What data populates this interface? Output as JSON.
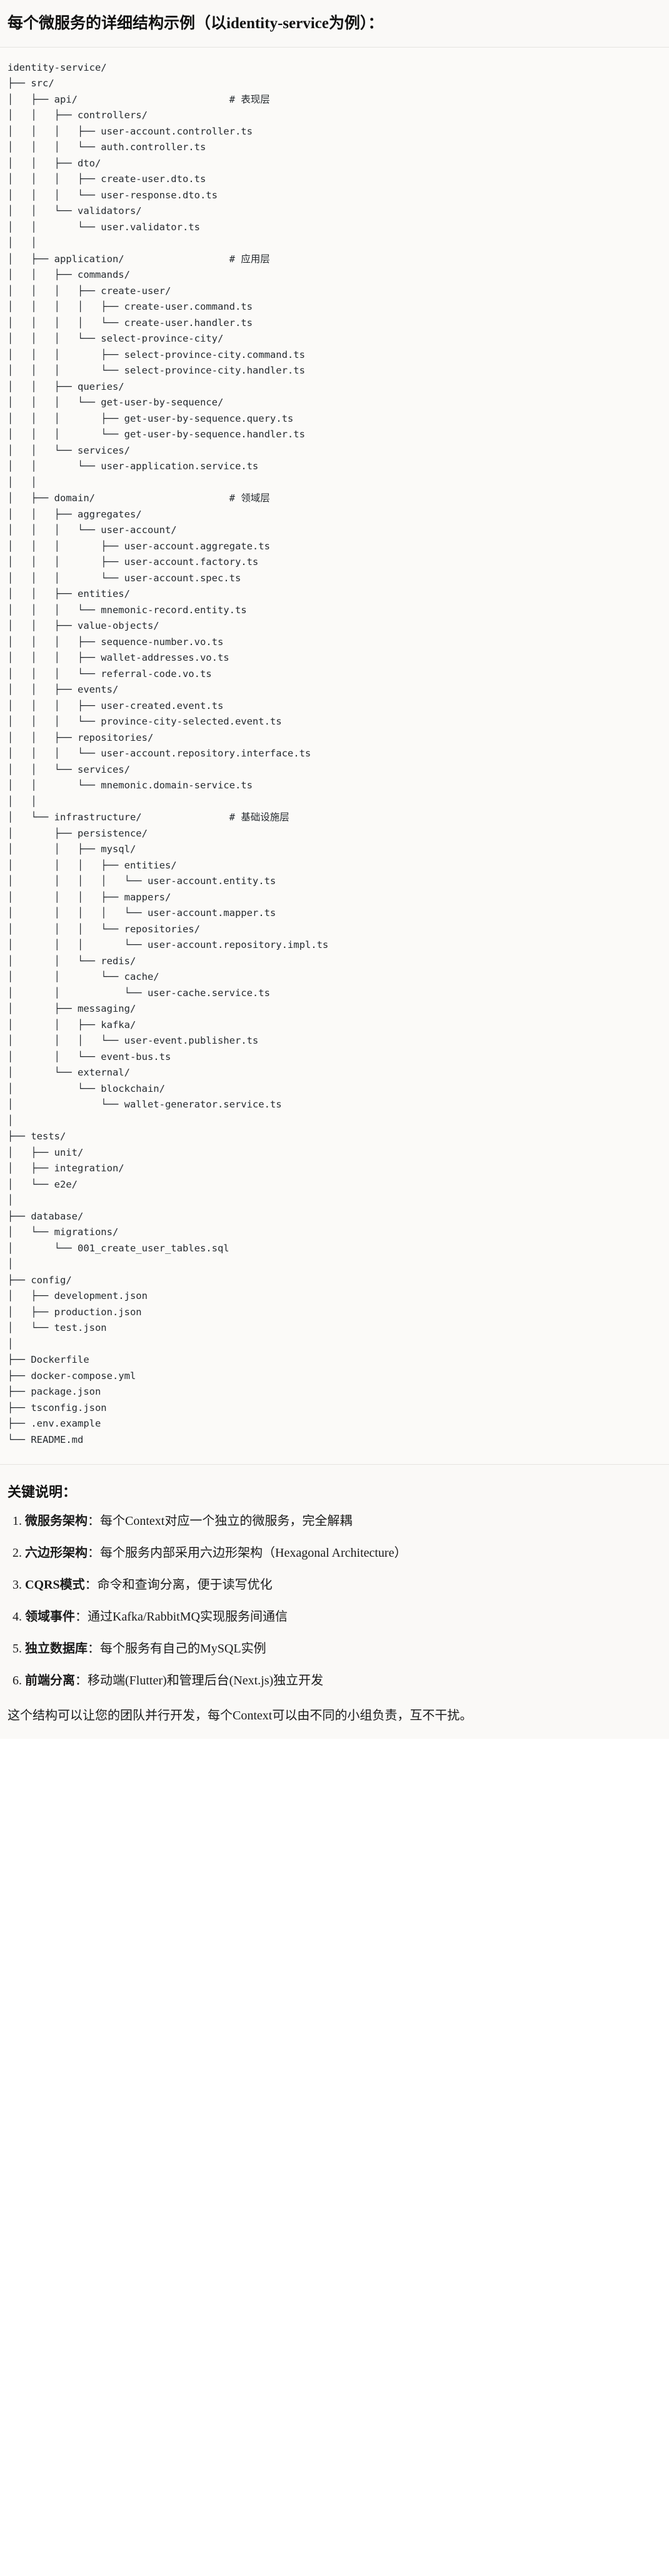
{
  "heading": {
    "title": "每个微服务的详细结构示例（以identity-service为例）："
  },
  "tree": {
    "root_label": "identity-service/",
    "comments": {
      "api": "# 表现层",
      "application": "# 应用层",
      "domain": "# 领域层",
      "infrastructure": "# 基础设施层"
    },
    "text": "identity-service/\n├── src/\n│   ├── api/                          # 表现层\n│   │   ├── controllers/\n│   │   │   ├── user-account.controller.ts\n│   │   │   └── auth.controller.ts\n│   │   ├── dto/\n│   │   │   ├── create-user.dto.ts\n│   │   │   └── user-response.dto.ts\n│   │   └── validators/\n│   │       └── user.validator.ts\n│   │\n│   ├── application/                  # 应用层\n│   │   ├── commands/\n│   │   │   ├── create-user/\n│   │   │   │   ├── create-user.command.ts\n│   │   │   │   └── create-user.handler.ts\n│   │   │   └── select-province-city/\n│   │   │       ├── select-province-city.command.ts\n│   │   │       └── select-province-city.handler.ts\n│   │   ├── queries/\n│   │   │   └── get-user-by-sequence/\n│   │   │       ├── get-user-by-sequence.query.ts\n│   │   │       └── get-user-by-sequence.handler.ts\n│   │   └── services/\n│   │       └── user-application.service.ts\n│   │\n│   ├── domain/                       # 领域层\n│   │   ├── aggregates/\n│   │   │   └── user-account/\n│   │   │       ├── user-account.aggregate.ts\n│   │   │       ├── user-account.factory.ts\n│   │   │       └── user-account.spec.ts\n│   │   ├── entities/\n│   │   │   └── mnemonic-record.entity.ts\n│   │   ├── value-objects/\n│   │   │   ├── sequence-number.vo.ts\n│   │   │   ├── wallet-addresses.vo.ts\n│   │   │   └── referral-code.vo.ts\n│   │   ├── events/\n│   │   │   ├── user-created.event.ts\n│   │   │   └── province-city-selected.event.ts\n│   │   ├── repositories/\n│   │   │   └── user-account.repository.interface.ts\n│   │   └── services/\n│   │       └── mnemonic.domain-service.ts\n│   │\n│   └── infrastructure/               # 基础设施层\n│       ├── persistence/\n│       │   ├── mysql/\n│       │   │   ├── entities/\n│       │   │   │   └── user-account.entity.ts\n│       │   │   ├── mappers/\n│       │   │   │   └── user-account.mapper.ts\n│       │   │   └── repositories/\n│       │   │       └── user-account.repository.impl.ts\n│       │   └── redis/\n│       │       └── cache/\n│       │           └── user-cache.service.ts\n│       ├── messaging/\n│       │   ├── kafka/\n│       │   │   └── user-event.publisher.ts\n│       │   └── event-bus.ts\n│       └── external/\n│           └── blockchain/\n│               └── wallet-generator.service.ts\n│\n├── tests/\n│   ├── unit/\n│   ├── integration/\n│   └── e2e/\n│\n├── database/\n│   └── migrations/\n│       └── 001_create_user_tables.sql\n│\n├── config/\n│   ├── development.json\n│   ├── production.json\n│   └── test.json\n│\n├── Dockerfile\n├── docker-compose.yml\n├── package.json\n├── tsconfig.json\n├── .env.example\n└── README.md"
  },
  "notes": {
    "title": "关键说明：",
    "items": [
      {
        "term": "微服务架构",
        "desc": "：每个Context对应一个独立的微服务，完全解耦"
      },
      {
        "term": "六边形架构",
        "desc": "：每个服务内部采用六边形架构（Hexagonal Architecture）"
      },
      {
        "term": "CQRS模式",
        "desc": "：命令和查询分离，便于读写优化"
      },
      {
        "term": "领域事件",
        "desc": "：通过Kafka/RabbitMQ实现服务间通信"
      },
      {
        "term": "独立数据库",
        "desc": "：每个服务有自己的MySQL实例"
      },
      {
        "term": "前端分离",
        "desc": "：移动端(Flutter)和管理后台(Next.js)独立开发"
      }
    ],
    "closing": "这个结构可以让您的团队并行开发，每个Context可以由不同的小组负责，互不干扰。"
  }
}
